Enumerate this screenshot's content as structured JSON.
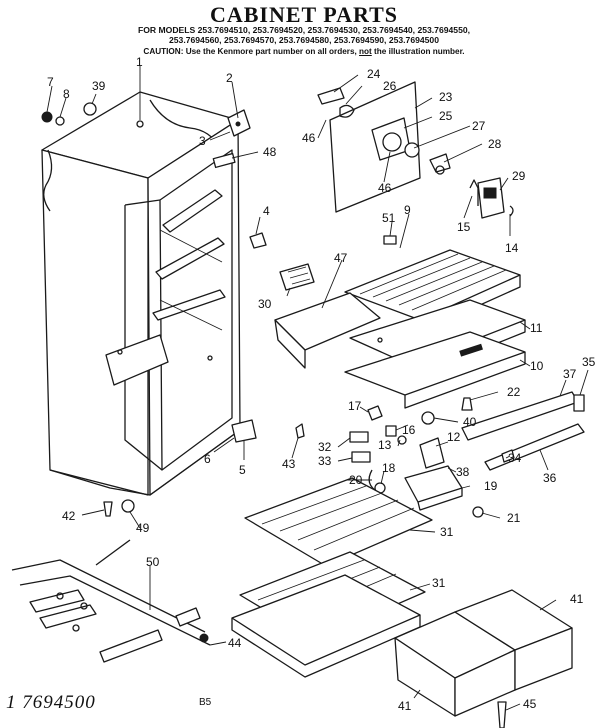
{
  "header": {
    "title": "CABINET PARTS",
    "models_line1": "FOR MODELS 253.7694510, 253.7694520, 253.7694530, 253.7694540, 253.7694550,",
    "models_line2": "253.7694560, 253.7694570, 253.7694580, 253.7694590, 253.7694500",
    "caution_prefix": "CAUTION: Use the Kenmore part number on all orders, ",
    "caution_not": "not",
    "caution_suffix": " the illustration number."
  },
  "callouts": [
    "1",
    "2",
    "3",
    "4",
    "5",
    "6",
    "7",
    "8",
    "9",
    "10",
    "11",
    "12",
    "13",
    "14",
    "15",
    "16",
    "17",
    "18",
    "19",
    "20",
    "21",
    "22",
    "23",
    "24",
    "25",
    "26",
    "27",
    "28",
    "29",
    "30",
    "31",
    "31",
    "32",
    "33",
    "34",
    "35",
    "36",
    "37",
    "38",
    "39",
    "40",
    "41",
    "41",
    "42",
    "43",
    "44",
    "45",
    "46",
    "46",
    "47",
    "48",
    "49",
    "50",
    "51"
  ],
  "footer": {
    "handwritten": "1 7694500",
    "page_code": "B5"
  }
}
